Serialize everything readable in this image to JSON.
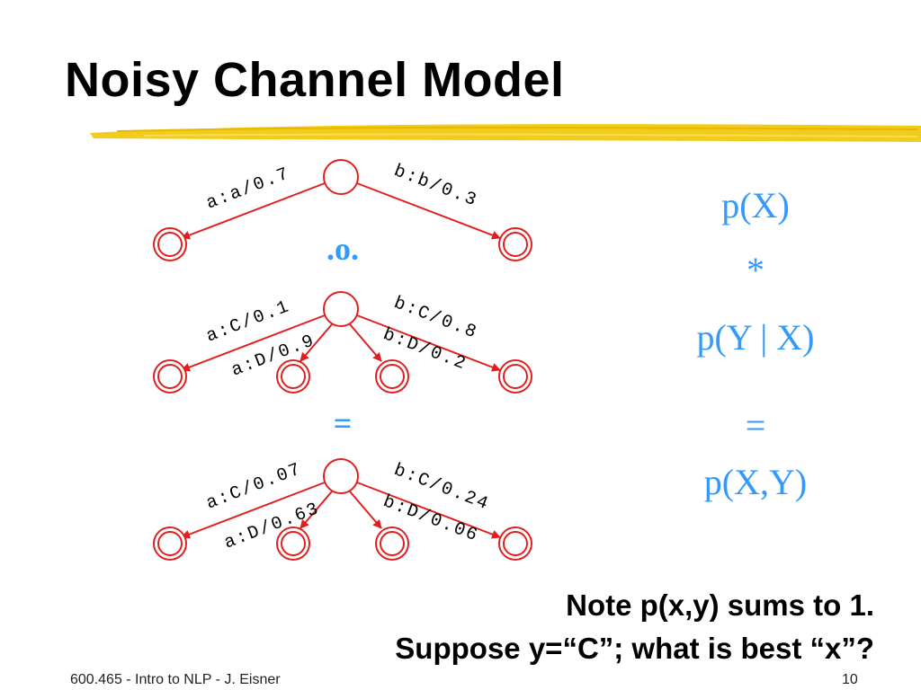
{
  "title": "Noisy Channel Model",
  "colors": {
    "accent": "#3399ff",
    "fst": "#e02020",
    "underline": "#f2cc1a"
  },
  "diagram": {
    "operator_compose": ".o.",
    "operator_equals": "=",
    "fst_top": {
      "labels": [
        "a:a/0.7",
        "b:b/0.3"
      ]
    },
    "fst_middle": {
      "labels": [
        "a:C/0.1",
        "a:D/0.9",
        "b:D/0.2",
        "b:C/0.8"
      ]
    },
    "fst_bottom": {
      "labels": [
        "a:C/0.07",
        "a:D/0.63",
        "b:D/0.06",
        "b:C/0.24"
      ]
    }
  },
  "formulas": {
    "px": "p(X)",
    "times": "*",
    "pyx": "p(Y | X)",
    "equals": "=",
    "pxy": "p(X,Y)"
  },
  "notes": {
    "line1": "Note p(x,y) sums to 1.",
    "line2": "Suppose y=“C”; what is best “x”?"
  },
  "footer": {
    "course": "600.465 - Intro to NLP - J. Eisner",
    "page": "10"
  }
}
